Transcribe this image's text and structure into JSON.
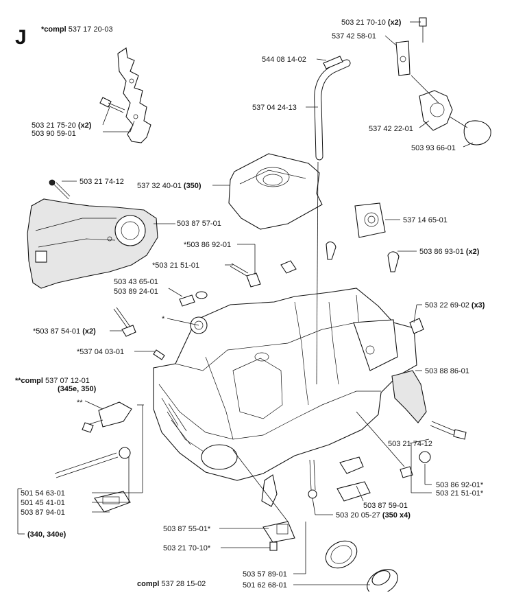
{
  "section": "J",
  "header": {
    "prefix": "*compl",
    "number": "537 17 20-03"
  },
  "labels": {
    "l1": {
      "num": "503 21 70-10",
      "note": "(x2)"
    },
    "l2": {
      "num": "537 42 58-01",
      "note": ""
    },
    "l3": {
      "num": "544 08 14-02",
      "note": ""
    },
    "l4": {
      "num": "537 04 24-13",
      "note": ""
    },
    "l5": {
      "num": "537 42 22-01",
      "note": ""
    },
    "l6": {
      "num": "503 93 66-01",
      "note": ""
    },
    "l7": {
      "num": "503 21 75-20",
      "note": "(x2)"
    },
    "l8": {
      "num": "503 90 59-01",
      "note": ""
    },
    "l9": {
      "num": "503 21 74-12",
      "note": ""
    },
    "l10": {
      "num": "537 32 40-01",
      "note": "(350)"
    },
    "l11": {
      "num": "503 87 57-01",
      "note": ""
    },
    "l12": {
      "num": "537 14 65-01",
      "note": ""
    },
    "l13": {
      "num": "*503 86 92-01",
      "note": ""
    },
    "l14": {
      "num": "503 86 93-01",
      "note": "(x2)"
    },
    "l15": {
      "num": "*503 21 51-01",
      "note": ""
    },
    "l16": {
      "num": "503 43 65-01",
      "note": ""
    },
    "l17": {
      "num": "503 89 24-01",
      "note": ""
    },
    "l18": {
      "num": "503 22 69-02",
      "note": "(x3)"
    },
    "l19": {
      "num": "*",
      "note": ""
    },
    "l20": {
      "num": "*503 87 54-01",
      "note": "(x2)"
    },
    "l21": {
      "num": "*537 04 03-01",
      "note": ""
    },
    "l22": {
      "num": "503 88 86-01",
      "note": ""
    },
    "l23": {
      "prefix": "**compl",
      "num": "537 07 12-01",
      "note": "(345e, 350)"
    },
    "l24": {
      "num": "**",
      "note": ""
    },
    "l25": {
      "num": "503 21 74-12",
      "note": ""
    },
    "l26": {
      "num": "503 86 92-01*",
      "note": ""
    },
    "l27": {
      "num": "503 21 51-01*",
      "note": ""
    },
    "l28": {
      "num": "501 54 63-01",
      "note": ""
    },
    "l29": {
      "num": "501 45 41-01",
      "note": ""
    },
    "l30": {
      "num": "503 87 94-01",
      "note": ""
    },
    "l31": {
      "num": "503 87 59-01",
      "note": ""
    },
    "l32": {
      "num": "503 20 05-27",
      "note": "(350 x4)"
    },
    "l33": {
      "num": "",
      "note": "(340, 340e)"
    },
    "l34": {
      "num": "503 87 55-01*",
      "note": ""
    },
    "l35": {
      "num": "503 21 70-10*",
      "note": ""
    },
    "l36": {
      "num": "503 57 89-01",
      "note": ""
    },
    "l37": {
      "prefix": "compl",
      "num": "537 28 15-02",
      "note": ""
    },
    "l38": {
      "num": "501 62 68-01",
      "note": ""
    }
  }
}
